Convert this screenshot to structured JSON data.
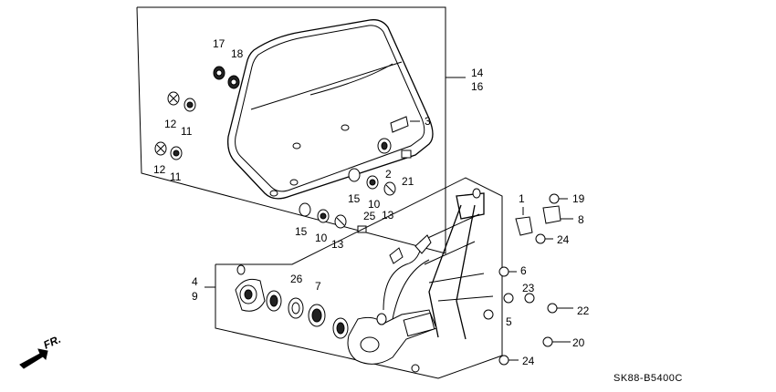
{
  "diagram": {
    "drawing_code": "SK88-B5400C",
    "direction_label": "FR.",
    "callouts": [
      {
        "id": "c17",
        "label": "17"
      },
      {
        "id": "c18",
        "label": "18"
      },
      {
        "id": "c14",
        "label": "14"
      },
      {
        "id": "c16",
        "label": "16"
      },
      {
        "id": "c12a",
        "label": "12"
      },
      {
        "id": "c11a",
        "label": "11"
      },
      {
        "id": "c12b",
        "label": "12"
      },
      {
        "id": "c11b",
        "label": "11"
      },
      {
        "id": "c3",
        "label": "3"
      },
      {
        "id": "c2",
        "label": "2"
      },
      {
        "id": "c21",
        "label": "21"
      },
      {
        "id": "c15a",
        "label": "15"
      },
      {
        "id": "c10a",
        "label": "10"
      },
      {
        "id": "c13a",
        "label": "13"
      },
      {
        "id": "c25",
        "label": "25"
      },
      {
        "id": "c15b",
        "label": "15"
      },
      {
        "id": "c10b",
        "label": "10"
      },
      {
        "id": "c13b",
        "label": "13"
      },
      {
        "id": "c1",
        "label": "1"
      },
      {
        "id": "c19",
        "label": "19"
      },
      {
        "id": "c8",
        "label": "8"
      },
      {
        "id": "c24a",
        "label": "24"
      },
      {
        "id": "c4",
        "label": "4"
      },
      {
        "id": "c9",
        "label": "9"
      },
      {
        "id": "c26",
        "label": "26"
      },
      {
        "id": "c7",
        "label": "7"
      },
      {
        "id": "c6",
        "label": "6"
      },
      {
        "id": "c23",
        "label": "23"
      },
      {
        "id": "c5",
        "label": "5"
      },
      {
        "id": "c22",
        "label": "22"
      },
      {
        "id": "c20",
        "label": "20"
      },
      {
        "id": "c24b",
        "label": "24"
      }
    ]
  }
}
